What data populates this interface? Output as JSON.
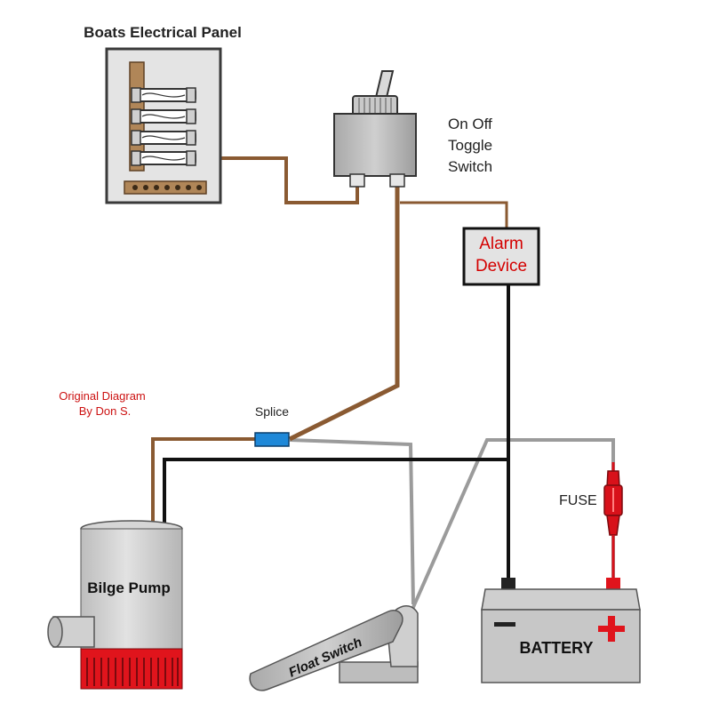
{
  "panel": {
    "title": "Boats Electrical Panel"
  },
  "toggle_switch": {
    "label_lines": [
      "On Off",
      "Toggle",
      "Switch"
    ]
  },
  "alarm": {
    "label_lines": [
      "Alarm",
      "Device"
    ]
  },
  "credit": {
    "lines": [
      "Original Diagram",
      "By Don S."
    ]
  },
  "splice": {
    "label": "Splice"
  },
  "fuse": {
    "label": "FUSE"
  },
  "bilge_pump": {
    "label": "Bilge Pump"
  },
  "float_switch": {
    "label": "Float Switch"
  },
  "battery": {
    "label": "BATTERY",
    "negative_symbol": "−",
    "positive_symbol": "+"
  },
  "colors": {
    "brown_wire": "#8a5a32",
    "black_wire": "#111111",
    "gray_wire": "#9b9b9b",
    "alarm_text": "#d40000",
    "credit_text": "#cc1111",
    "splice_blue": "#1e88d8",
    "fuse_red": "#d8111a",
    "pump_red": "#e0141c",
    "battery_plus": "#e0141c"
  }
}
